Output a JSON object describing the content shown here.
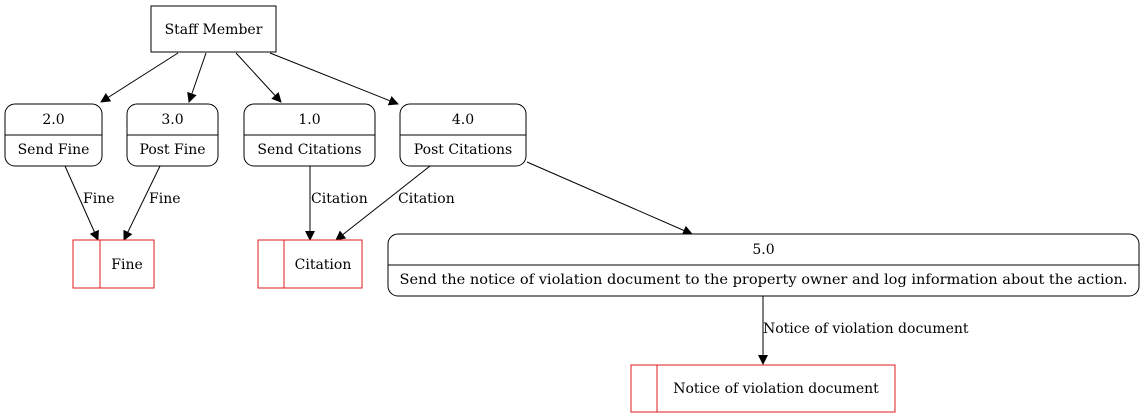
{
  "diagram": {
    "external_entity": {
      "label": "Staff Member"
    },
    "processes": [
      {
        "id": "2.0",
        "name": "Send Fine"
      },
      {
        "id": "3.0",
        "name": "Post Fine"
      },
      {
        "id": "1.0",
        "name": "Send Citations"
      },
      {
        "id": "4.0",
        "name": "Post Citations"
      },
      {
        "id": "5.0",
        "name": "Send the notice of violation document to the property owner and log information about the action."
      }
    ],
    "data_stores": [
      {
        "label": "Fine"
      },
      {
        "label": "Citation"
      },
      {
        "label": "Notice of violation document"
      }
    ],
    "flow_labels": {
      "send_fine_to_fine": "Fine",
      "post_fine_to_fine": "Fine",
      "send_citations_to_citation": "Citation",
      "post_citations_to_citation": "Citation",
      "process5_to_notice": "Notice of violation document"
    },
    "colors": {
      "line": "#000000",
      "store_border": "#e31a1c",
      "background": "#ffffff"
    }
  }
}
